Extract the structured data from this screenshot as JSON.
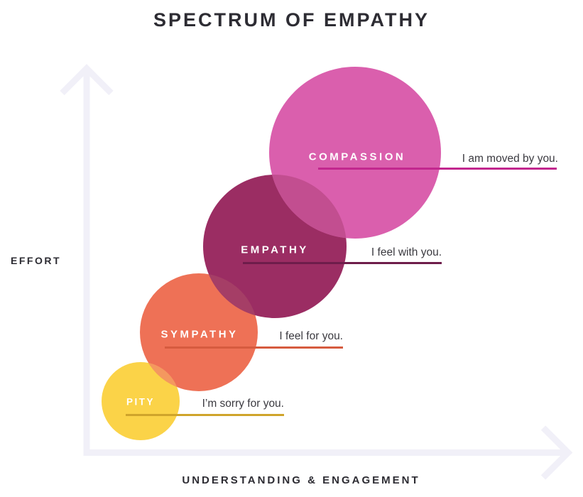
{
  "title": "SPECTRUM OF EMPATHY",
  "heading_color": "#2D2C33",
  "label_text_color": "#FFFFFF",
  "phrase_text_color": "#3B3A40",
  "axes": {
    "y_axis_label": "EFFORT",
    "x_axis_label": "UNDERSTANDING & ENGAGEMENT",
    "arrow_color": "#F1F0F8"
  },
  "stages": [
    {
      "name": "Pity",
      "label": "PITY",
      "phrase": "I’m sorry for you.",
      "circle_color": "#FBD348",
      "line_color": "#CFA42B"
    },
    {
      "name": "Sympathy",
      "label": "SYMPATHY",
      "phrase": "I feel for you.",
      "circle_color": "#EE7156",
      "line_color": "#D65B3F",
      "overlap_with_previous_color": "#F4985F"
    },
    {
      "name": "Empathy",
      "label": "EMPATHY",
      "phrase": "I feel with you.",
      "circle_color": "#9B2D63",
      "line_color": "#6E1D4B",
      "overlap_with_previous_color": "#A53E66"
    },
    {
      "name": "Compassion",
      "label": "COMPASSION",
      "phrase": "I am moved by you.",
      "circle_color": "#DA5FAD",
      "line_color": "#C2278E",
      "overlap_with_previous_color": "#C24E90"
    }
  ]
}
